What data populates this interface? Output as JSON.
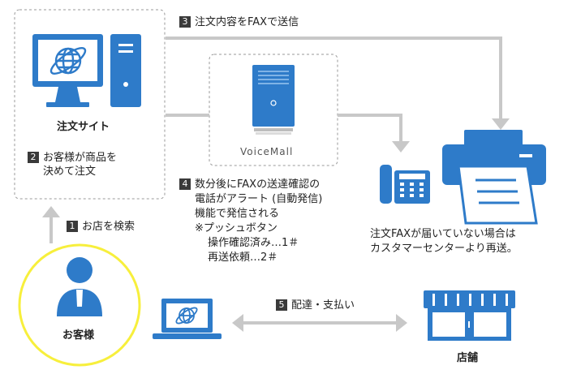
{
  "site": {
    "label": "注文サイト"
  },
  "voicemall": {
    "label": "VoiceMall"
  },
  "customer": {
    "label": "お客様"
  },
  "store": {
    "label": "店舗"
  },
  "steps": [
    {
      "num": "1",
      "text": "お店を検索"
    },
    {
      "num": "2",
      "line1": "お客様が商品を",
      "line2": "決めて注文"
    },
    {
      "num": "3",
      "text": "注文内容をFAXで送信"
    },
    {
      "num": "4",
      "lines": [
        "数分後にFAXの送達確認の",
        "電話がアラート (自動発信)",
        "機能で発信される",
        "※プッシュボタン",
        "操作確認済み…1＃",
        "再送依頼…2＃"
      ]
    },
    {
      "num": "5",
      "text": "配達・支払い"
    }
  ],
  "fax_note": {
    "line1": "注文FAXが届いていない場合は",
    "line2": "カスタマーセンターより再送。"
  },
  "colors": {
    "accent": "#2e7bc9",
    "arrow": "#c8c8c8",
    "border": "#888888",
    "customer_circle": "#f7ef3c"
  },
  "icons": [
    "desktop-computer-icon",
    "server-icon",
    "phone-icon",
    "fax-machine-icon",
    "person-icon",
    "laptop-icon",
    "store-icon"
  ]
}
